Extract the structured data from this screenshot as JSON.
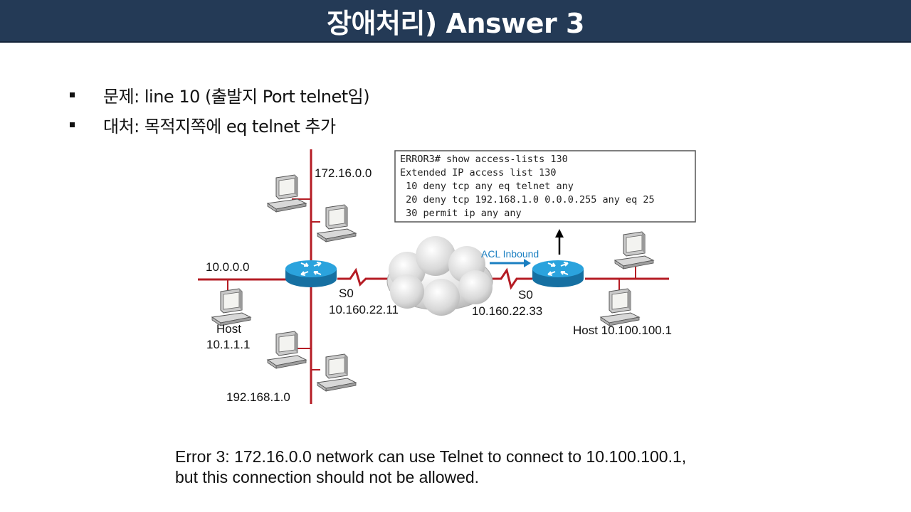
{
  "title": "장애처리) Answer 3",
  "bullets": [
    "문제: line 10 (출발지 Port telnet임)",
    "대처: 목적지쪽에 eq telnet 추가"
  ],
  "diagram": {
    "networks": {
      "n172": "172.16.0.0",
      "n10": "10.0.0.0",
      "n192": "192.168.1.0"
    },
    "host_left_line1": "Host",
    "host_left_line2": "10.1.1.1",
    "host_right": "Host 10.100.100.1",
    "s0_left": "S0",
    "ip_left": "10.160.22.11",
    "s0_right": "S0",
    "ip_right": "10.160.22.33",
    "acl_inbound": "ACL Inbound",
    "terminal_lines": [
      "ERROR3# show access-lists 130",
      "Extended IP access list 130",
      " 10 deny tcp any eq telnet any",
      " 20 deny tcp 192.168.1.0 0.0.0.255 any eq 25",
      " 30 permit ip any any"
    ],
    "colors": {
      "network_line": "#b51c24",
      "router": "#1d8fc7",
      "acl_arrow": "#1a7fc1"
    }
  },
  "caption": [
    "Error 3: 172.16.0.0 network can use Telnet to connect to 10.100.100.1,",
    "but this connection should not be allowed."
  ]
}
